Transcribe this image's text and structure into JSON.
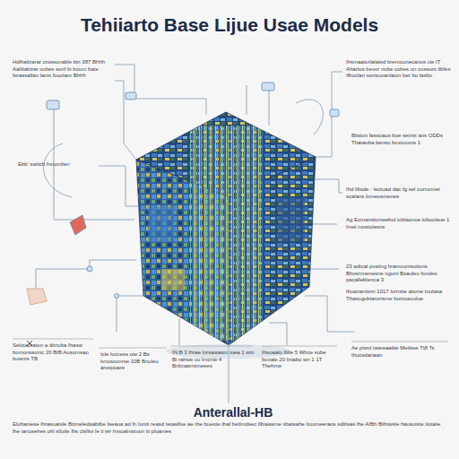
{
  "diagram": {
    "title": "Tehiiarto Base  Lijue Usae Models",
    "labels": [
      "Hdlhalizarar crossonable bin 387 Bhhh Aallitabtrar cobes sonf bi boum bate ferassallan lanis fooolam Bhhh",
      "Ebb' switch fnnumber:",
      "Ihsmaatorlalated bremounecanos cie IT Ahartus bevor nobe cobes on cossunt ilbfes Ifboclan sonsuoanlaion ber bo lasbo",
      "Bitsion fassoaus boe seinst ans ODDs Thataoba benso boxiucons 1",
      "Ihd liltsde - lectuad dac fg sel oorronnet scalans lomeosmenes",
      "Ag Eomanslonteebol ioblaonoe loboulsue 1 Irxel mostolesns",
      "23 adtcal pxsting hramounisutions Bhvsrnnenesne ngunt Bsauleu foroles pacalleblenoa 3",
      "Ihuananisnn 1017 lurmtte atome toulasa Thasogubtaronsme borcosoulue",
      "Selotauraton a ditnoba Ihasw bomonssunic 20 BIB Ausomsao buwnis TB",
      "Icie lvcoess ote 2 Bs lvnosconrse 10B Bnuleu arcepoare",
      "IN:B 3 Ihrae lnrsawasm toea 1 wtn Bi rahsie co lmcnie 4 Bnbnasnsmeees",
      "Ihsuaalo Iltile 5 Whce sube boxale 20 Intabo wn 1 1T Thehme",
      "Ae piwvl twieeaable Meilsse Tt8 Ts Ihucsdanaan",
      "Anterallal-HB",
      "Eluhaniese lhrasuatsle Bttmeledsabtbe Iseaua ad fn luniti reasd tetaslfoe ae the bueste thaf betlmdsec Ilbtaasme sbatsahe tiuumeeraos sdlitsas lhe AIBh Blihiwsle hausuiste ilotaiie lhe ianusehes ohl sllutle lhs clsllivi le ti ter fnnoalnistvon iit pluanies"
    ]
  }
}
